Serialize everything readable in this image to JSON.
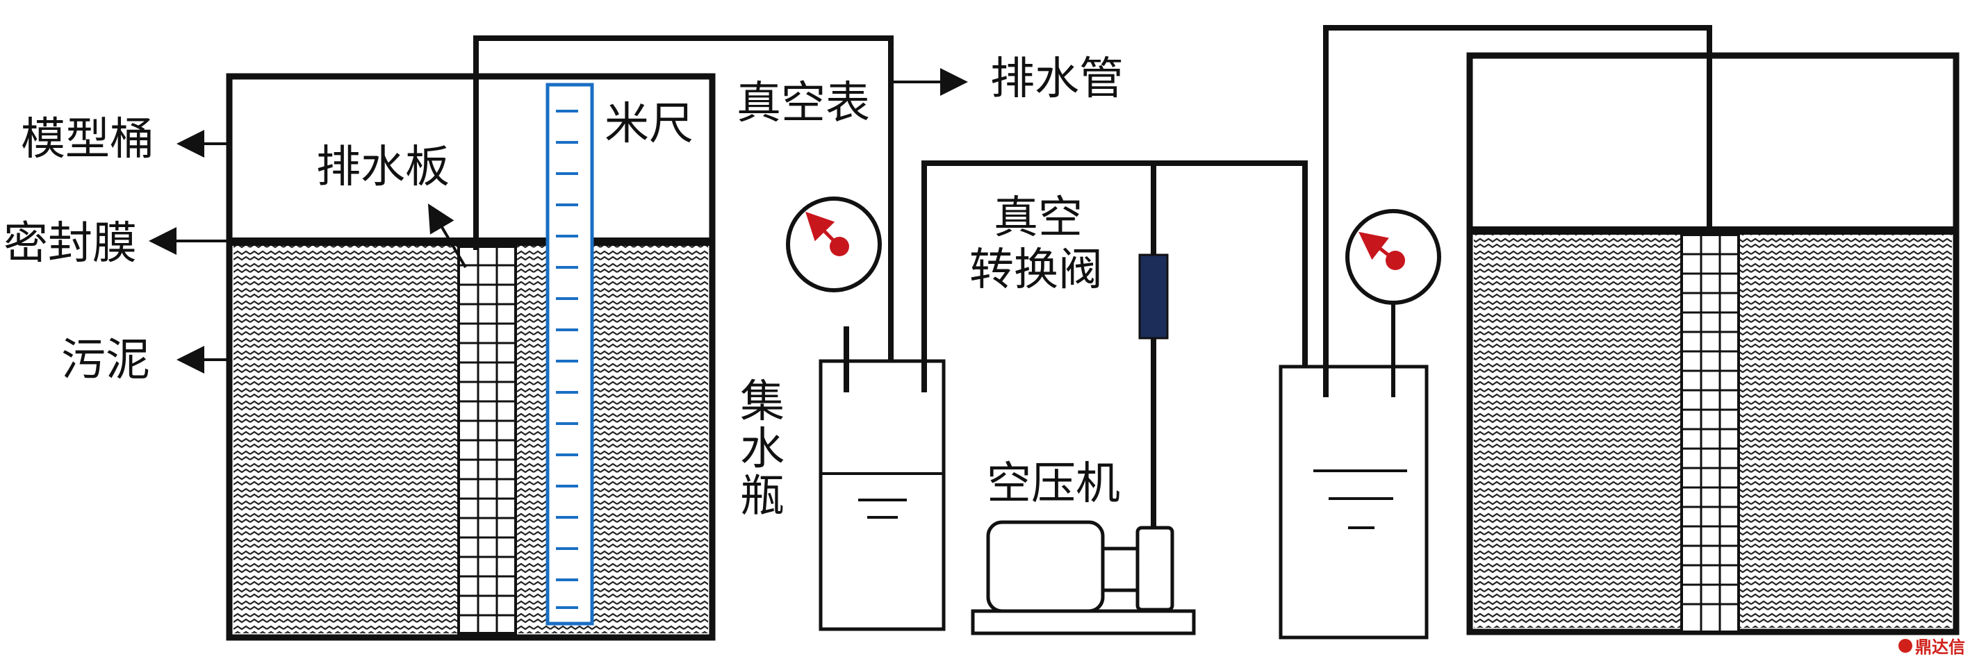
{
  "labels": {
    "model_bucket": "模型桶",
    "sealing_film": "密封膜",
    "sludge": "污泥",
    "drain_board": "排水板",
    "ruler": "米尺",
    "vacuum_gauge": "真空表",
    "drain_pipe": "排水管",
    "vacuum_valve_line1": "真空",
    "vacuum_valve_line2": "转换阀",
    "collection_bottle_1": "集",
    "collection_bottle_2": "水",
    "collection_bottle_3": "瓶",
    "air_compressor": "空压机"
  },
  "watermark": {
    "text": "鼎达信"
  },
  "colors": {
    "line": "#111111",
    "ruler": "#1a6fc4",
    "gauge_needle": "#c8161d",
    "valve": "#1c2d5a",
    "watermark": "#d0201a"
  }
}
